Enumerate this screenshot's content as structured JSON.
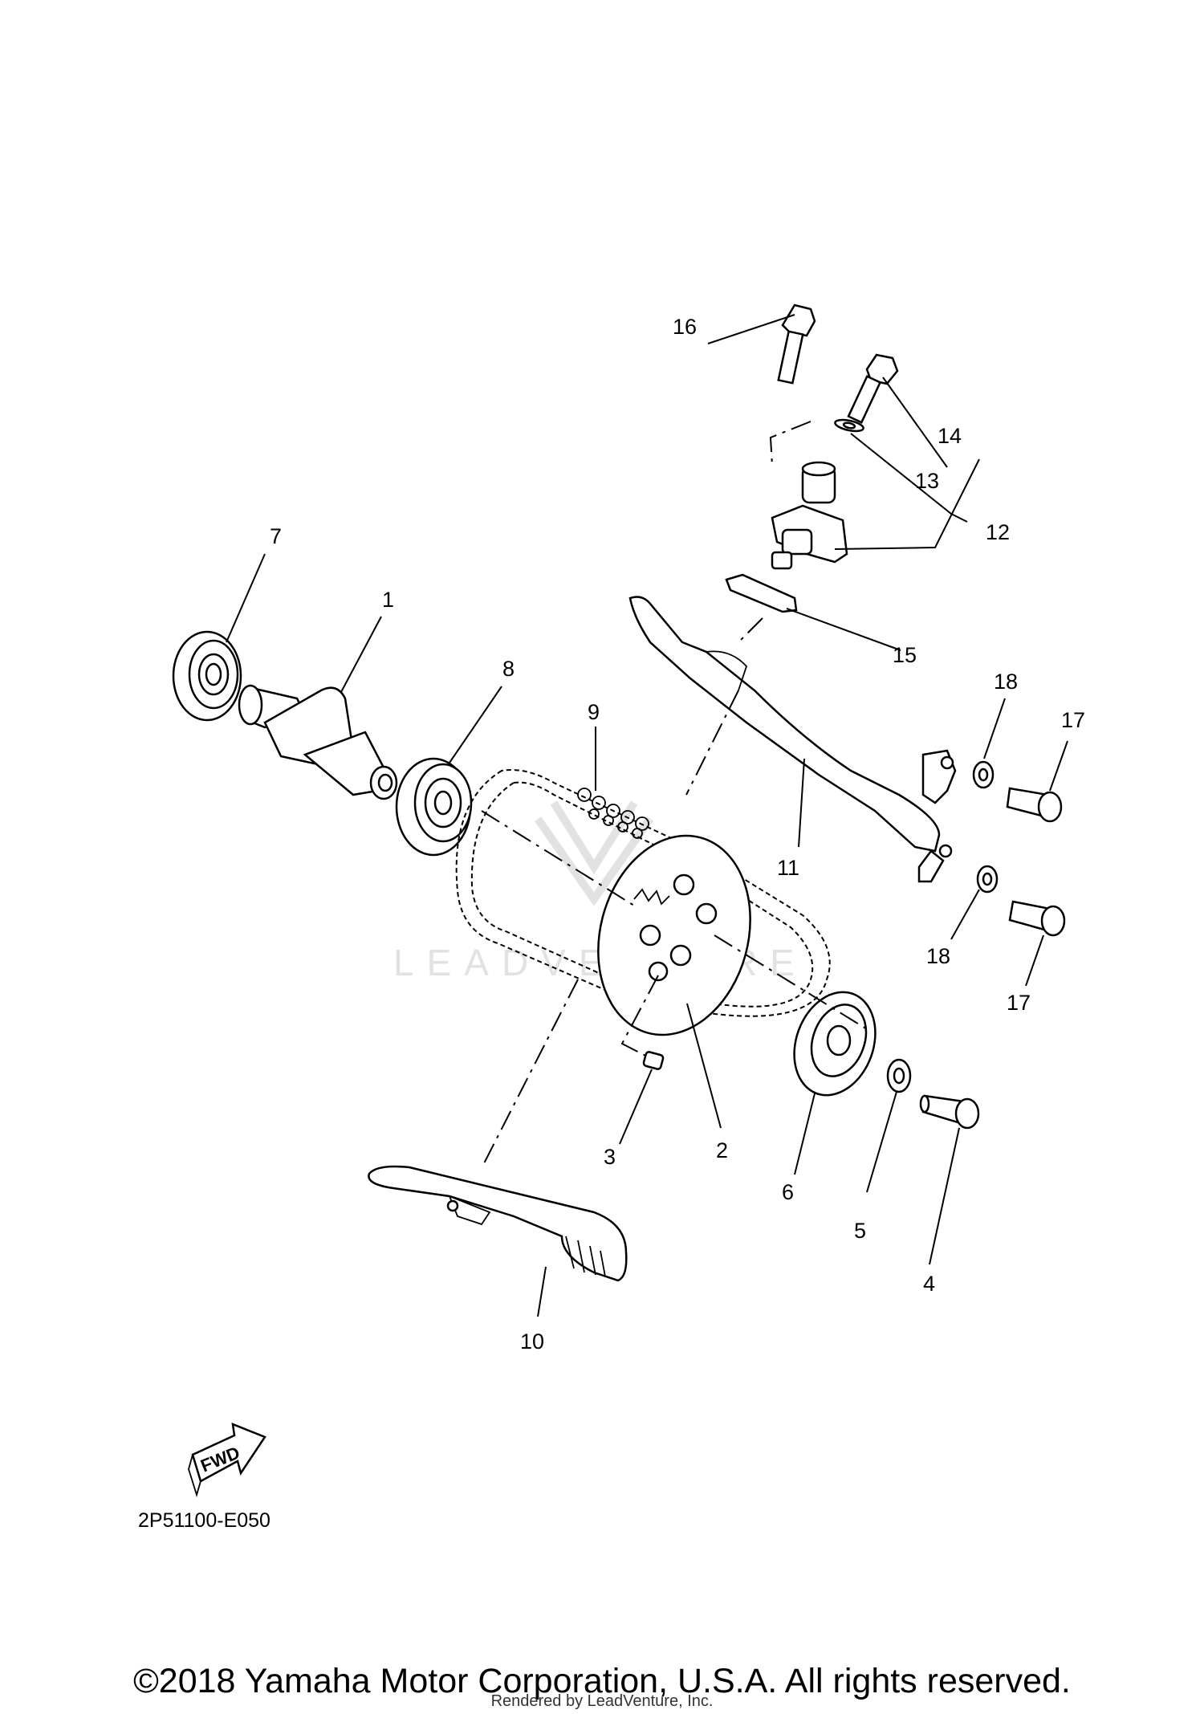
{
  "watermark": {
    "brand": "LEADVENTURE"
  },
  "callouts": [
    {
      "id": "1",
      "label": "1"
    },
    {
      "id": "2",
      "label": "2"
    },
    {
      "id": "3",
      "label": "3"
    },
    {
      "id": "4",
      "label": "4"
    },
    {
      "id": "5",
      "label": "5"
    },
    {
      "id": "6",
      "label": "6"
    },
    {
      "id": "7",
      "label": "7"
    },
    {
      "id": "8",
      "label": "8"
    },
    {
      "id": "9",
      "label": "9"
    },
    {
      "id": "10",
      "label": "10"
    },
    {
      "id": "11",
      "label": "11"
    },
    {
      "id": "12",
      "label": "12"
    },
    {
      "id": "13",
      "label": "13"
    },
    {
      "id": "14",
      "label": "14"
    },
    {
      "id": "15",
      "label": "15"
    },
    {
      "id": "16",
      "label": "16"
    },
    {
      "id": "17a",
      "label": "17"
    },
    {
      "id": "17b",
      "label": "17"
    },
    {
      "id": "18a",
      "label": "18"
    },
    {
      "id": "18b",
      "label": "18"
    }
  ],
  "fwd_label": "FWD",
  "part_code": "2P51100-E050",
  "copyright": "©2018 Yamaha Motor Corporation, U.S.A. All rights reserved.",
  "renderer": "Rendered by LeadVenture, Inc."
}
